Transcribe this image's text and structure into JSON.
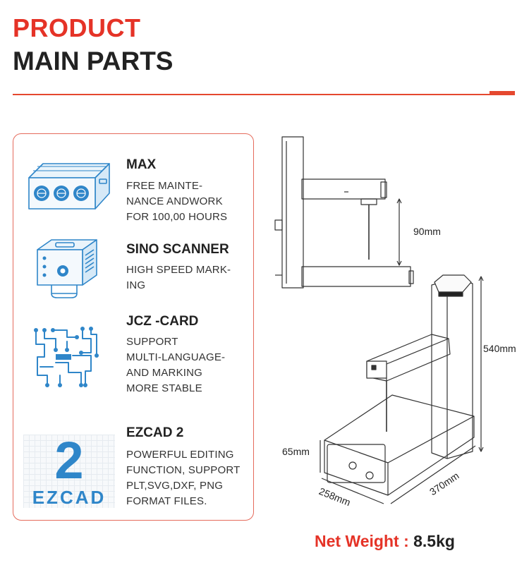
{
  "header": {
    "title_line1": "PRODUCT",
    "title_line2": "MAIN PARTS"
  },
  "parts": [
    {
      "name": "MAX",
      "icon": "laser-source-icon",
      "desc": [
        "FREE MAINTE-",
        "NANCE ANDWORK",
        "FOR 100,00 HOURS"
      ]
    },
    {
      "name": "SINO SCANNER",
      "icon": "galvo-scanner-icon",
      "desc": [
        "HIGH SPEED MARK-",
        "ING"
      ]
    },
    {
      "name": "JCZ -CARD",
      "icon": "circuit-board-icon",
      "desc": [
        "SUPPORT",
        "MULTI-LANGUAGE-",
        "AND MARKING",
        "MORE STABLE"
      ]
    },
    {
      "name": "EZCAD 2",
      "icon": "ezcad-logo-icon",
      "logo_number": "2",
      "logo_text": "EZCAD",
      "desc": [
        "POWERFUL EDITING",
        "FUNCTION, SUPPORT",
        "PLT,SVG,DXF, PNG",
        "FORMAT FILES."
      ]
    }
  ],
  "dimensions": {
    "stroke": "90mm",
    "height": "540mm",
    "base_height": "65mm",
    "depth": "258mm",
    "width": "370mm"
  },
  "footer": {
    "weight_label": "Net Weight : ",
    "weight_value": "8.5kg"
  },
  "colors": {
    "accent": "#e53327",
    "icon_blue": "#2f86c9"
  }
}
